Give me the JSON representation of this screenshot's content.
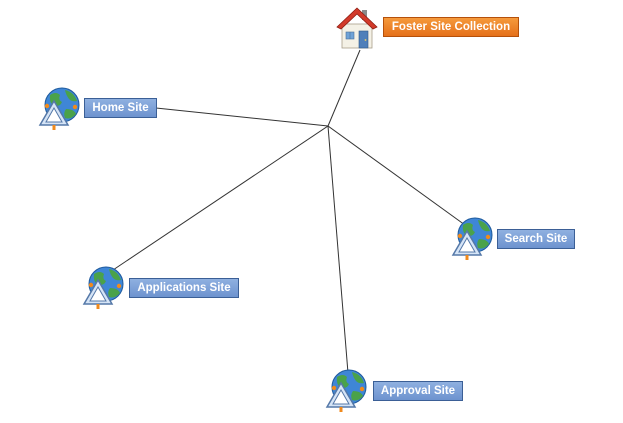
{
  "diagram": {
    "root": {
      "label": "Foster Site Collection",
      "icon": "house-icon",
      "color": "#e87722"
    },
    "children": [
      {
        "id": "home",
        "label": "Home Site",
        "icon": "globe-site-icon"
      },
      {
        "id": "search",
        "label": "Search Site",
        "icon": "globe-site-icon"
      },
      {
        "id": "applications",
        "label": "Applications Site",
        "icon": "globe-site-icon"
      },
      {
        "id": "approval",
        "label": "Approval Site",
        "icon": "globe-site-icon"
      }
    ],
    "child_color": "#7a9fd8",
    "line_color": "#333333"
  }
}
